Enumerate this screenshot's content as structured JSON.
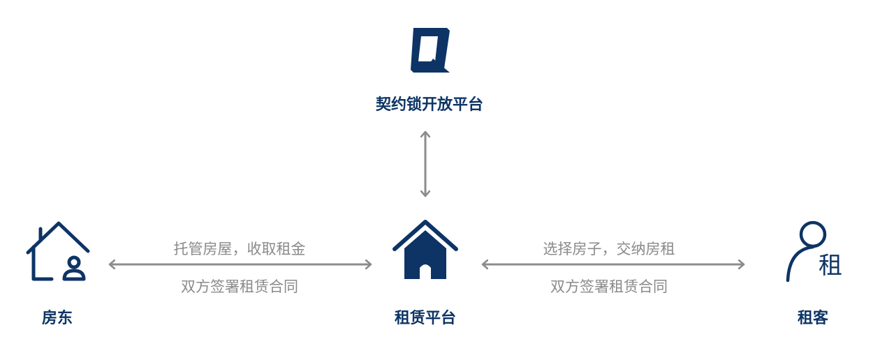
{
  "nodes": {
    "platform_top": {
      "label": "契约锁开放平台"
    },
    "landlord": {
      "label": "房东"
    },
    "rental_platform": {
      "label": "租赁平台"
    },
    "tenant": {
      "label": "租客",
      "icon_char": "租"
    }
  },
  "edges": {
    "landlord_platform": {
      "label_top": "托管房屋，收取租金",
      "label_bottom": "双方签署租赁合同"
    },
    "platform_tenant": {
      "label_top": "选择房子，交纳房租",
      "label_bottom": "双方签署租赁合同"
    }
  },
  "colors": {
    "primary": "#0d3465",
    "arrow": "#8c8c8c",
    "edge_text": "#8a8a8a"
  },
  "icons": {
    "platform_top": "q-logo-icon",
    "landlord": "house-with-person-icon",
    "rental_platform": "house-icon",
    "tenant": "person-rent-icon"
  }
}
